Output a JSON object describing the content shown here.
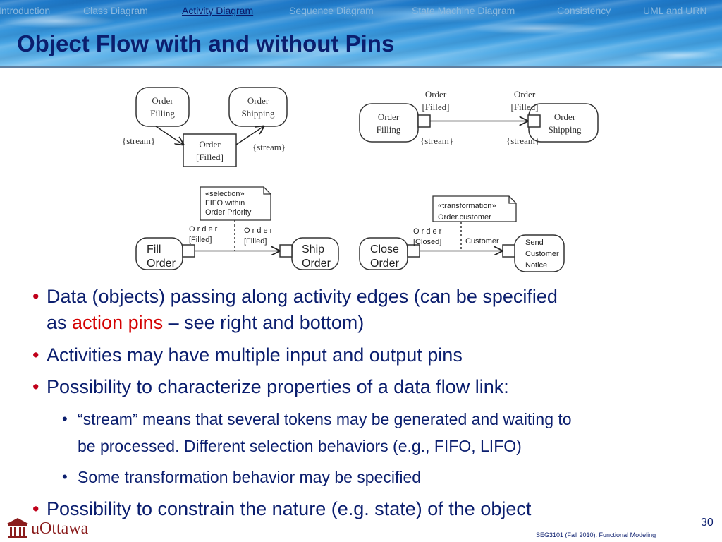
{
  "nav": {
    "items": [
      {
        "label": "Introduction",
        "active": false
      },
      {
        "label": "Class Diagram",
        "active": false
      },
      {
        "label": "Activity Diagram",
        "active": true
      },
      {
        "label": "Sequence Diagram",
        "active": false
      },
      {
        "label": "State Machine Diagram",
        "active": false
      },
      {
        "label": "Consistency",
        "active": false
      },
      {
        "label": "UML and URN",
        "active": false
      }
    ]
  },
  "slide": {
    "title": "Object Flow with and without Pins",
    "page_number": "30",
    "footer": "SEG3101 (Fall 2010).   Functional Modeling",
    "logo_text": "uOttawa"
  },
  "diagram_tl": {
    "node_left": "Order\nFilling",
    "node_right": "Order\nShipping",
    "object": "Order\n[Filled]",
    "stream_left": "{stream}",
    "stream_right": "{stream}"
  },
  "diagram_tr": {
    "node_left": "Order\nFilling",
    "node_right": "Order\nShipping",
    "pin_left": "Order\n[Filled]",
    "pin_right": "Order\n[Filled]",
    "stream_left": "{stream}",
    "stream_right": "{stream}"
  },
  "diagram_bl": {
    "note": "«selection»\nFIFO within\nOrder Priority",
    "node_left": "Fill\nOrder",
    "node_right": "Ship\nOrder",
    "pin_left": "O r d e r\n[Filled]",
    "pin_right": "O r d e r\n[Filled]"
  },
  "diagram_br": {
    "note": "«transformation»\nOrder.customer",
    "node_left": "Close\nOrder",
    "node_right": "Send\nCustomer\nNotice",
    "pin_left": "O r d e r\n[Closed]",
    "pin_right": "Customer"
  },
  "bullets": {
    "b1_pre": "Data (objects) passing along activity edges (can be specified",
    "b1_line2_pre": "as ",
    "b1_accent": "action pins",
    "b1_line2_post": " – see right and bottom)",
    "b2": "Activities may have multiple input and output pins",
    "b3": "Possibility to characterize properties of a data flow link:",
    "b3_1_line1": "“stream” means that several tokens may be generated and waiting to",
    "b3_1_line2": "be processed. Different selection behaviors (e.g., FIFO, LIFO)",
    "b3_2": "Some transformation behavior may be specified",
    "b4": "Possibility to constrain the nature (e.g. state) of the object"
  },
  "colors": {
    "title": "#0b1e6e",
    "accent": "#d40000",
    "bullet": "#c0001a"
  }
}
